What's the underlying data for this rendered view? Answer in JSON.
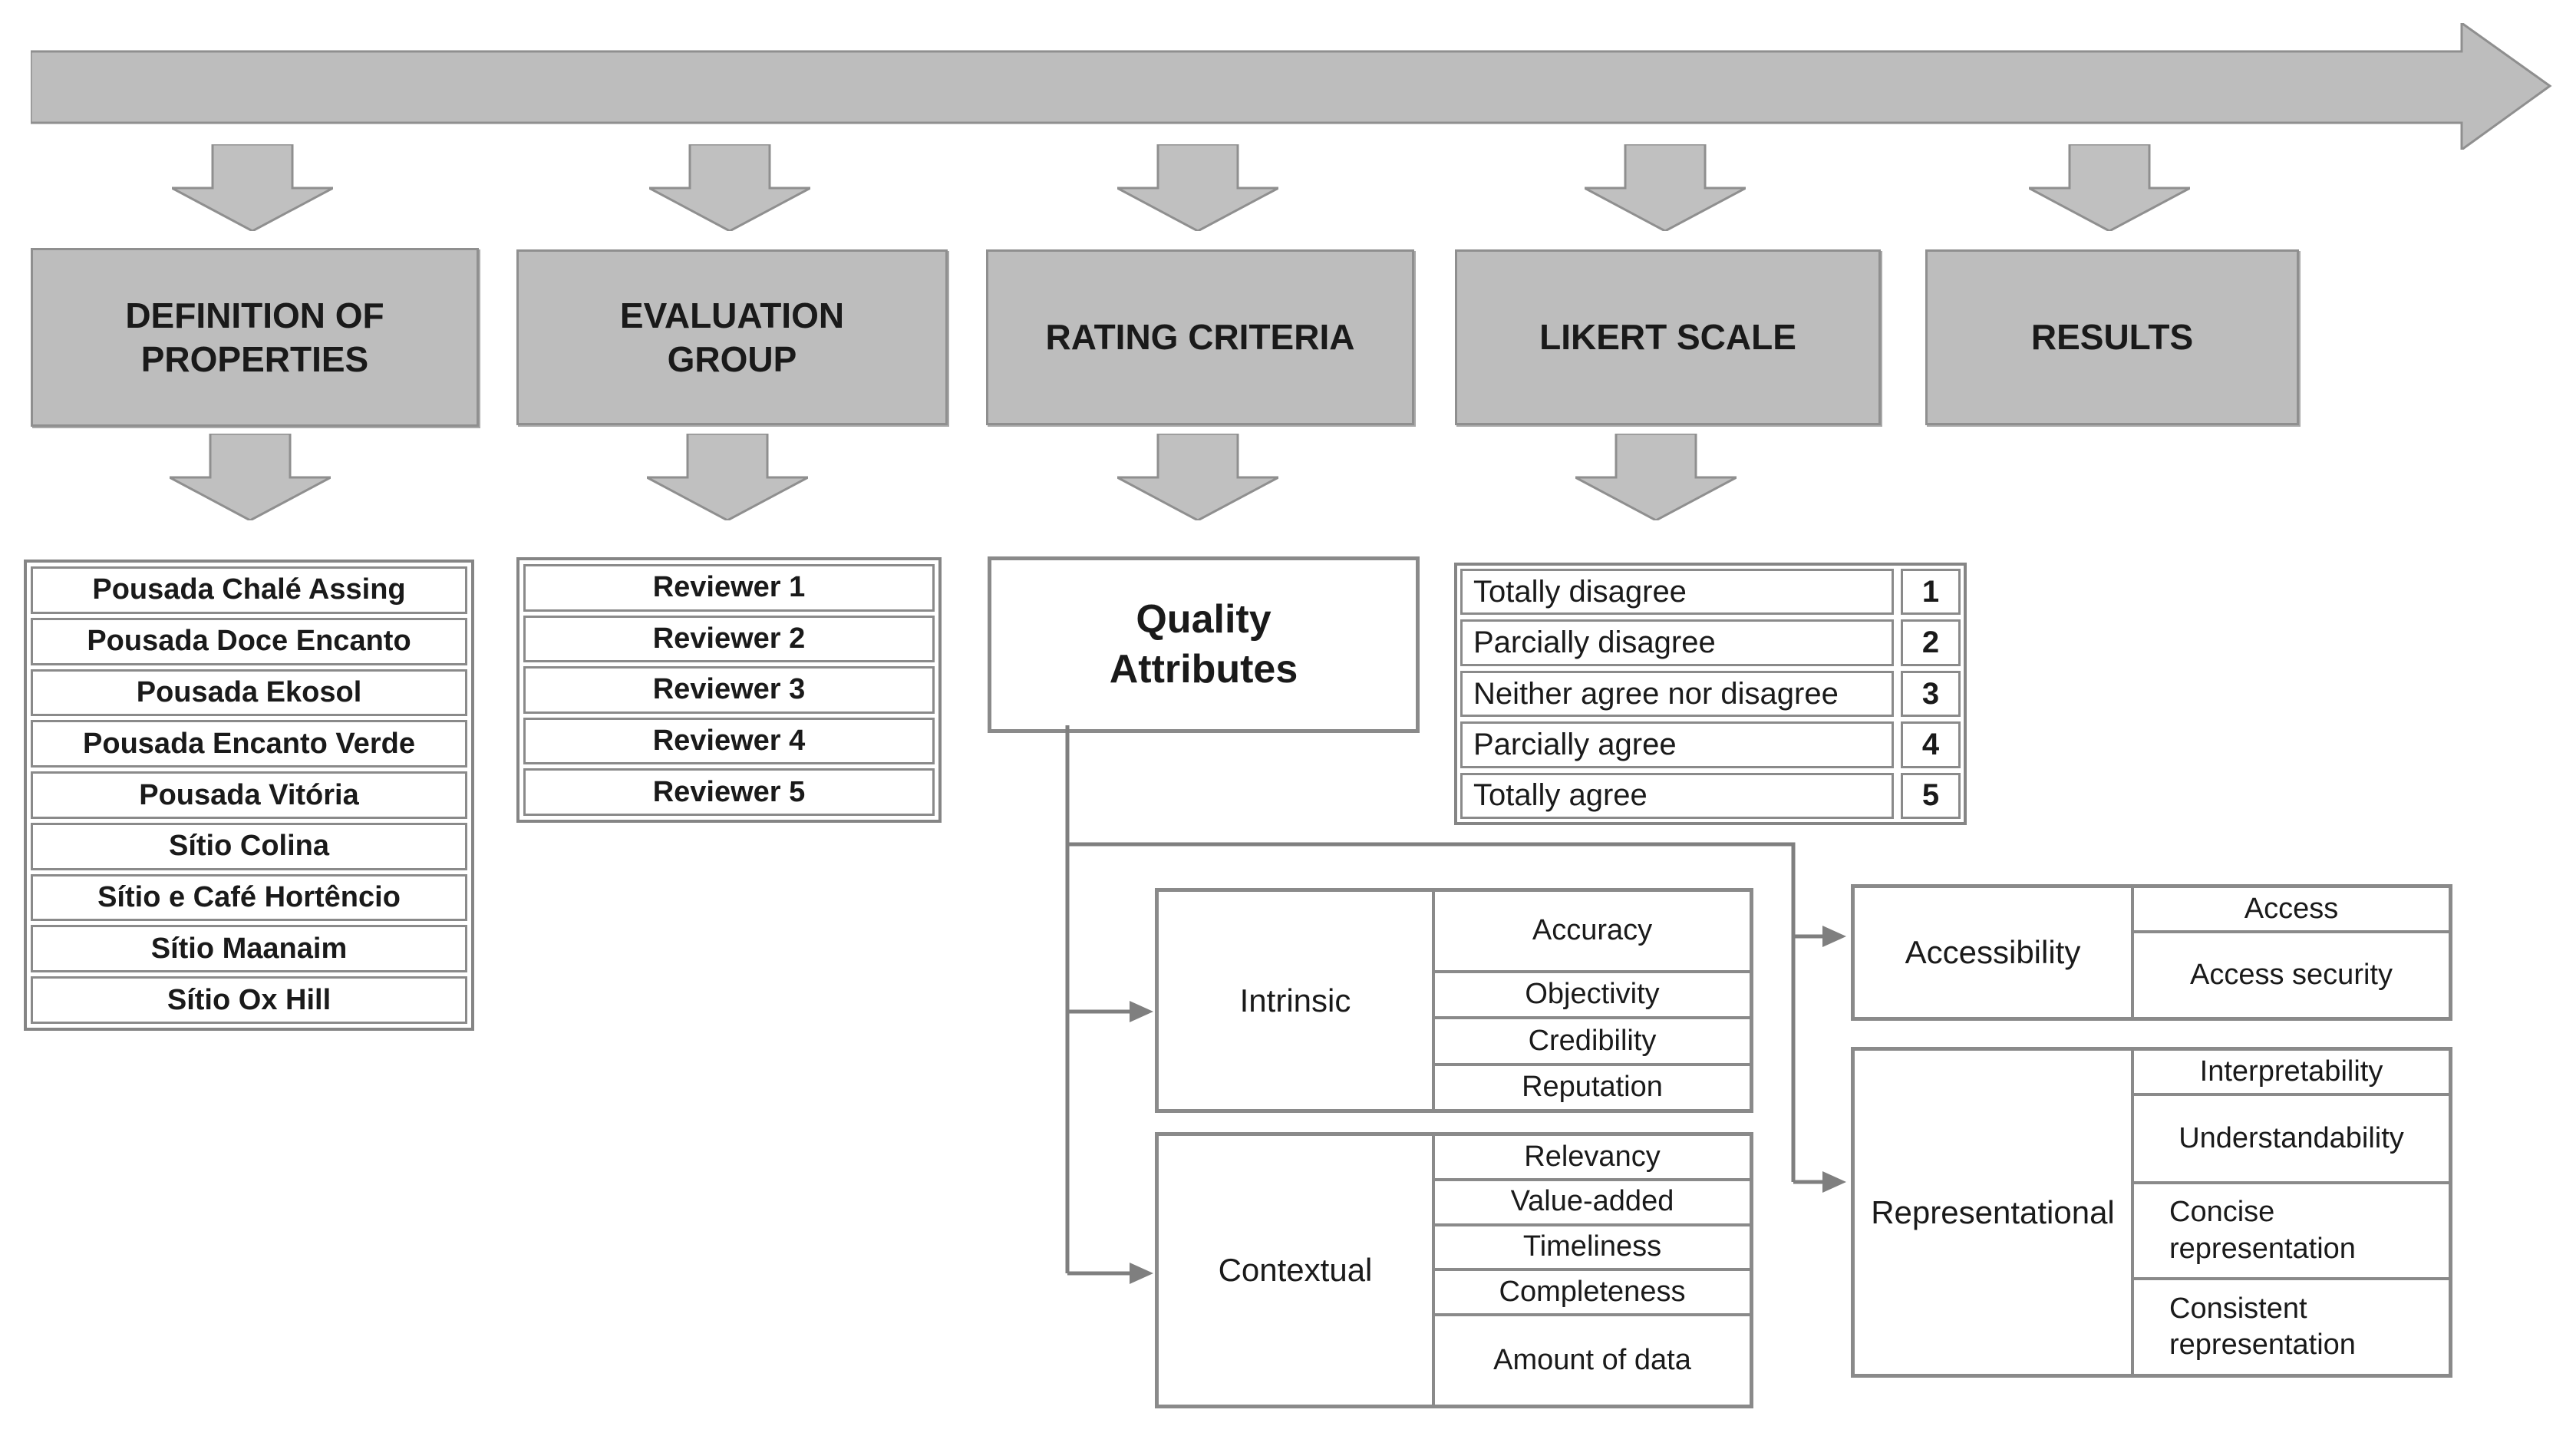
{
  "colors": {
    "shape_fill": "#bdbdbd",
    "shape_border": "#8f8f8f",
    "connector_line": "#7f7f7f",
    "text": "#1a1a1a"
  },
  "stages": [
    {
      "label": "DEFINITION OF PROPERTIES"
    },
    {
      "label": "EVALUATION GROUP"
    },
    {
      "label": "RATING CRITERIA"
    },
    {
      "label": "LIKERT SCALE"
    },
    {
      "label": "RESULTS"
    }
  ],
  "definition_of_properties": {
    "items": [
      "Pousada Chalé Assing",
      "Pousada Doce Encanto",
      "Pousada Ekosol",
      "Pousada Encanto Verde",
      "Pousada Vitória",
      "Sítio Colina",
      "Sítio e Café Hortêncio",
      "Sítio Maanaim",
      "Sítio Ox Hill"
    ]
  },
  "evaluation_group": {
    "items": [
      "Reviewer 1",
      "Reviewer 2",
      "Reviewer 3",
      "Reviewer 4",
      "Reviewer 5"
    ]
  },
  "rating_criteria": {
    "title": "Quality Attributes",
    "categories": [
      {
        "name": "Intrinsic",
        "attributes": [
          "Accuracy",
          "Objectivity",
          "Credibility",
          "Reputation"
        ]
      },
      {
        "name": "Contextual",
        "attributes": [
          "Relevancy",
          "Value-added",
          "Timeliness",
          "Completeness",
          "Amount of data"
        ]
      },
      {
        "name": "Accessibility",
        "attributes": [
          "Access",
          "Access security"
        ]
      },
      {
        "name": "Representational",
        "attributes": [
          "Interpretability",
          "Understandability",
          "Concise representation",
          "Consistent representation"
        ]
      }
    ]
  },
  "likert_scale": {
    "rows": [
      {
        "label": "Totally disagree",
        "value": "1"
      },
      {
        "label": "Parcially disagree",
        "value": "2"
      },
      {
        "label": "Neither agree nor disagree",
        "value": "3"
      },
      {
        "label": "Parcially agree",
        "value": "4"
      },
      {
        "label": "Totally agree",
        "value": "5"
      }
    ]
  }
}
